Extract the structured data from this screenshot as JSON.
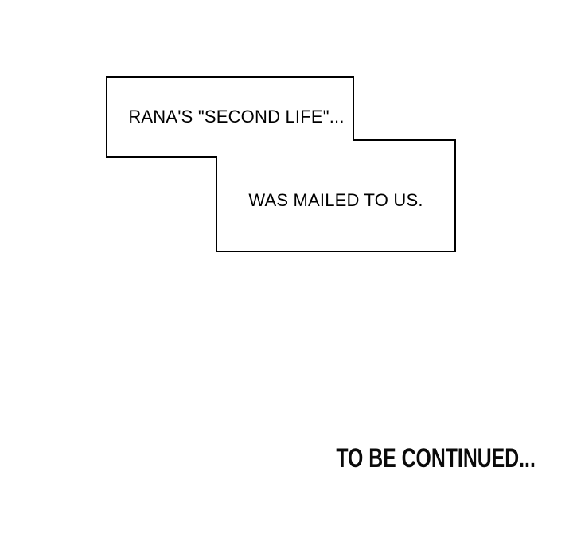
{
  "colors": {
    "background": "#ffffff",
    "outline": "#000000",
    "caption_text": "#000000",
    "outro_text": "#0a0a0a"
  },
  "captions": [
    {
      "text": "RANA'S \"SECOND LIFE\"..."
    },
    {
      "text": "WAS MAILED TO US."
    }
  ],
  "outro": {
    "text": "TO BE CONTINUED..."
  }
}
